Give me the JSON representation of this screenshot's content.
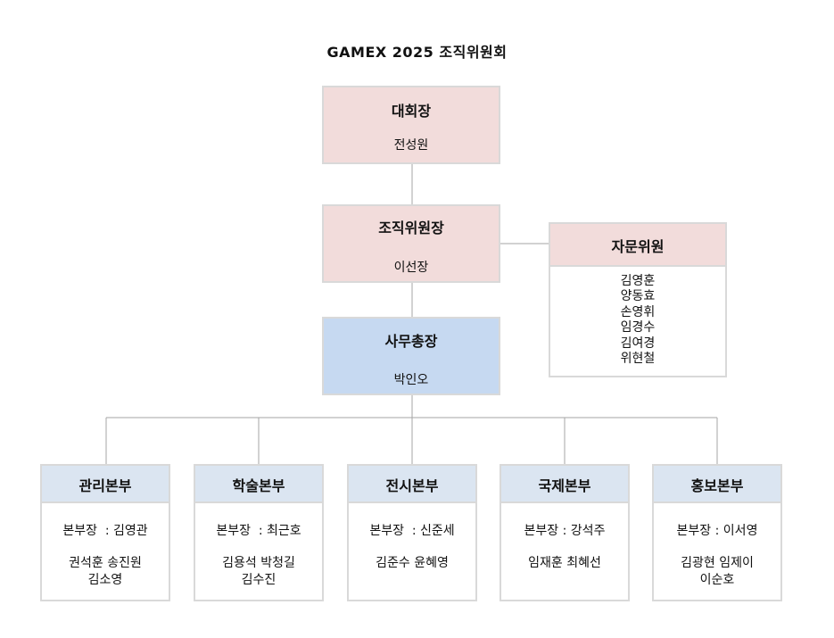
{
  "title": "GAMEX  2025  조직위원회",
  "chair": {
    "role": "대회장",
    "name": "전성원"
  },
  "committee_chair": {
    "role": "조직위원장",
    "name": "이선장"
  },
  "secretary_general": {
    "role": "사무총장",
    "name": "박인오"
  },
  "advisors": {
    "role": "자문위원",
    "members": [
      "김영훈",
      "양동효",
      "손영휘",
      "임경수",
      "김여경",
      "위현철"
    ]
  },
  "departments": [
    {
      "name": "관리본부",
      "head": "본부장  : 김영관",
      "members": [
        "권석훈 송진원",
        "김소영"
      ]
    },
    {
      "name": "학술본부",
      "head": "본부장  : 최근호",
      "members": [
        "김용석 박청길",
        "김수진"
      ]
    },
    {
      "name": "전시본부",
      "head": "본부장  : 신준세",
      "members": [
        "김준수 윤혜영"
      ]
    },
    {
      "name": "국제본부",
      "head": "본부장 : 강석주",
      "members": [
        "임재훈 최혜선"
      ]
    },
    {
      "name": "홍보본부",
      "head": "본부장 : 이서영",
      "members": [
        "김광현 임제이",
        "이순호"
      ]
    }
  ],
  "colors": {
    "executive_fill": "#f2dcdb",
    "secretary_fill": "#c6d9f1",
    "department_header_fill": "#dbe5f1",
    "border": "#d9d9d9",
    "connector": "#a6a6a6"
  }
}
